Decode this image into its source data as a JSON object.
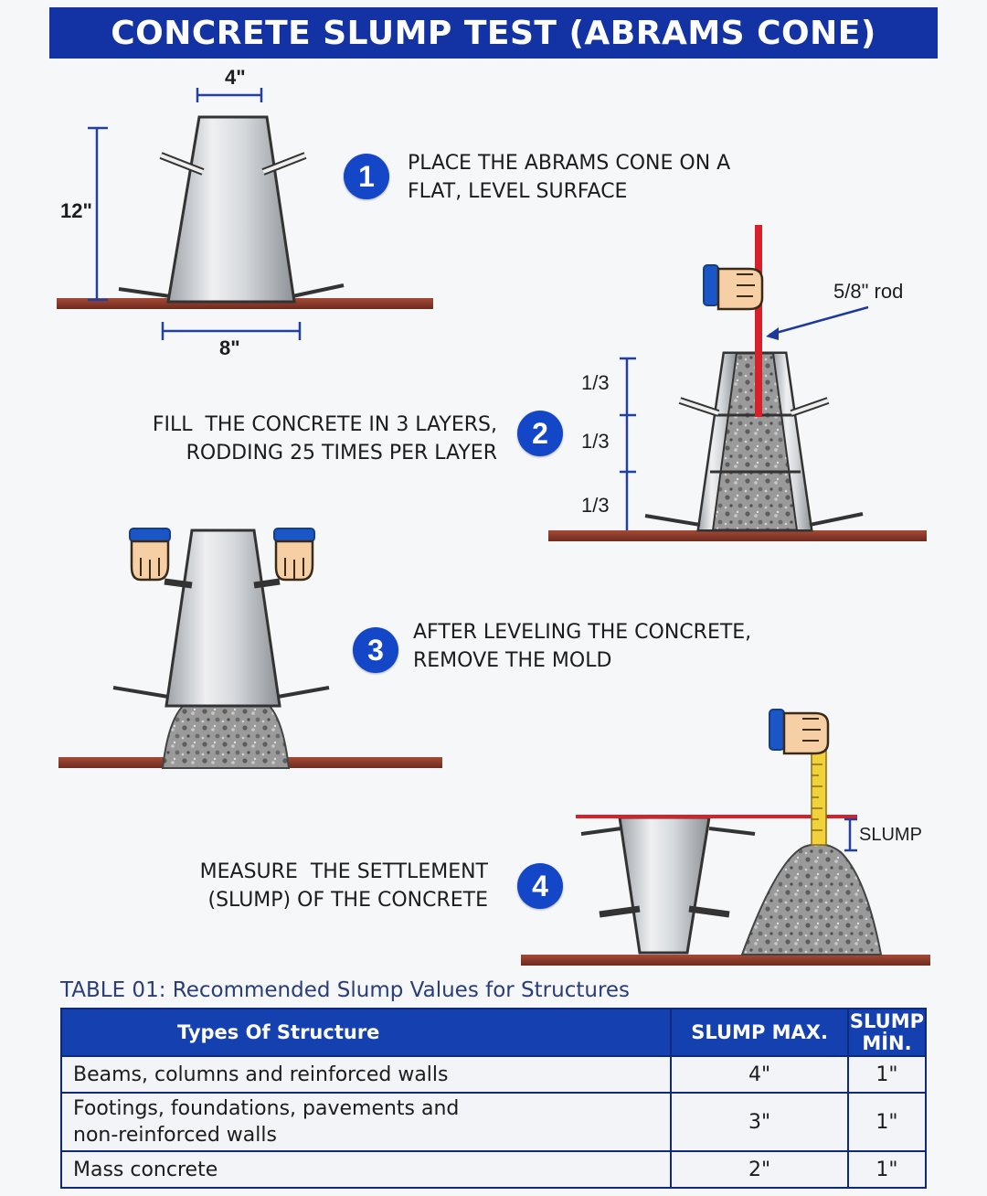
{
  "title": "CONCRETE SLUMP TEST (ABRAMS CONE)",
  "dimensions": {
    "top": "4\"",
    "height": "12\"",
    "bottom": "8\""
  },
  "steps": [
    {
      "number": "1",
      "line1": "PLACE THE ABRAMS CONE ON A",
      "line2": "FLAT, LEVEL SURFACE"
    },
    {
      "number": "2",
      "line1": "FILL  THE CONCRETE IN 3 LAYERS,",
      "line2": "RODDING 25 TIMES PER LAYER"
    },
    {
      "number": "3",
      "line1": "AFTER LEVELING THE CONCRETE,",
      "line2": "REMOVE THE MOLD"
    },
    {
      "number": "4",
      "line1": "MEASURE  THE SETTLEMENT",
      "line2": "(SLUMP) OF THE CONCRETE"
    }
  ],
  "rod_label": "5/8\" rod",
  "layer_labels": [
    "1/3",
    "1/3",
    "1/3"
  ],
  "slump_label": "SLUMP",
  "table": {
    "caption": "TABLE 01: Recommended Slump Values for Structures",
    "headers": [
      "Types Of Structure",
      "SLUMP MAX.",
      "SLUMP MİN."
    ],
    "rows": [
      {
        "type": "Beams, columns and reinforced walls",
        "max": "4\"",
        "min": "1\""
      },
      {
        "type_line1": "Footings, foundations, pavements and",
        "type_line2": "non-reinforced walls",
        "max": "3\"",
        "min": "1\""
      },
      {
        "type": "Mass concrete",
        "max": "2\"",
        "min": "1\""
      }
    ]
  },
  "colors": {
    "title_bar": "#1333a4",
    "badge": "#1347c8",
    "ground": "#8a3a2a",
    "rod": "#d8202a",
    "measure_line": "#d8202a",
    "dimension_lines": "#2240a0",
    "cuff": "#1b56c6",
    "ruler": "#f2d23a"
  },
  "icons": [
    "abrams-cone-icon",
    "hand-icon",
    "tamping-rod-icon",
    "ruler-icon",
    "concrete-pile-icon"
  ]
}
